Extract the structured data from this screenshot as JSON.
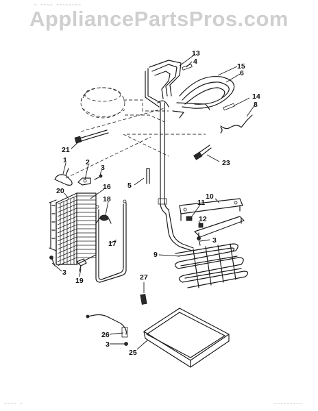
{
  "watermark": "AppliancePartsPros.com",
  "header_scrawl": "~ ~~~~ ~~~~~~~~",
  "footer_left": "~~~~ ~",
  "footer_right": "~~~~~~~~~",
  "callouts": [
    {
      "id": "c13",
      "label": "13"
    },
    {
      "id": "c4",
      "label": "4"
    },
    {
      "id": "c15",
      "label": "15"
    },
    {
      "id": "c6",
      "label": "6"
    },
    {
      "id": "c14",
      "label": "14"
    },
    {
      "id": "c8",
      "label": "8"
    },
    {
      "id": "c21",
      "label": "21"
    },
    {
      "id": "c23",
      "label": "23"
    },
    {
      "id": "c1",
      "label": "1"
    },
    {
      "id": "c2",
      "label": "2"
    },
    {
      "id": "c3a",
      "label": "3"
    },
    {
      "id": "c5",
      "label": "5"
    },
    {
      "id": "c20",
      "label": "20"
    },
    {
      "id": "c16",
      "label": "16"
    },
    {
      "id": "c18",
      "label": "18"
    },
    {
      "id": "c10",
      "label": "10"
    },
    {
      "id": "c11",
      "label": "11"
    },
    {
      "id": "c12",
      "label": "12"
    },
    {
      "id": "c3b",
      "label": "3"
    },
    {
      "id": "c17",
      "label": "17"
    },
    {
      "id": "c9",
      "label": "9"
    },
    {
      "id": "c3c",
      "label": "3"
    },
    {
      "id": "c19",
      "label": "19"
    },
    {
      "id": "c27",
      "label": "27"
    },
    {
      "id": "c26",
      "label": "26"
    },
    {
      "id": "c3d",
      "label": "3"
    },
    {
      "id": "c25",
      "label": "25"
    }
  ]
}
